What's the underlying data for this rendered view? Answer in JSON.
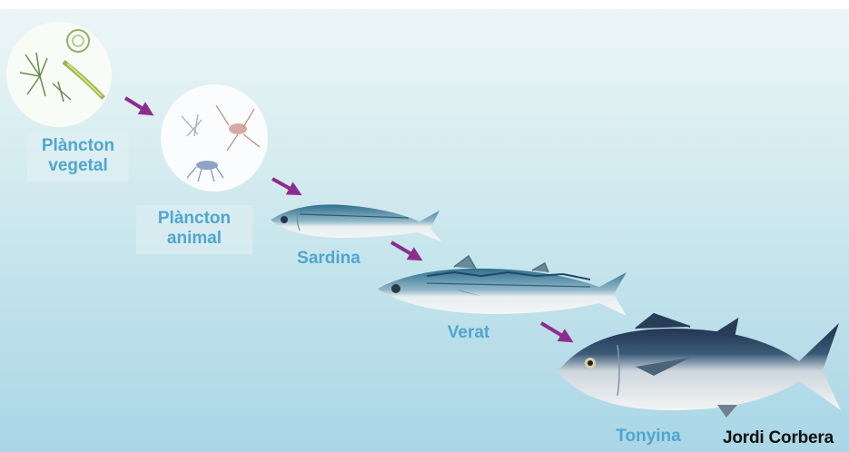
{
  "stages": [
    {
      "id": "plancton-vegetal",
      "line1": "Plàncton",
      "line2": "vegetal"
    },
    {
      "id": "plancton-animal",
      "line1": "Plàncton",
      "line2": "animal"
    },
    {
      "id": "sardina",
      "line1": "Sardina"
    },
    {
      "id": "verat",
      "line1": "Verat"
    },
    {
      "id": "tonyina",
      "line1": "Tonyina"
    }
  ],
  "credit": "Jordi Corbera",
  "colors": {
    "label": "#4fa6cf",
    "arrow": "#8e2c8e",
    "credit": "#111111"
  }
}
